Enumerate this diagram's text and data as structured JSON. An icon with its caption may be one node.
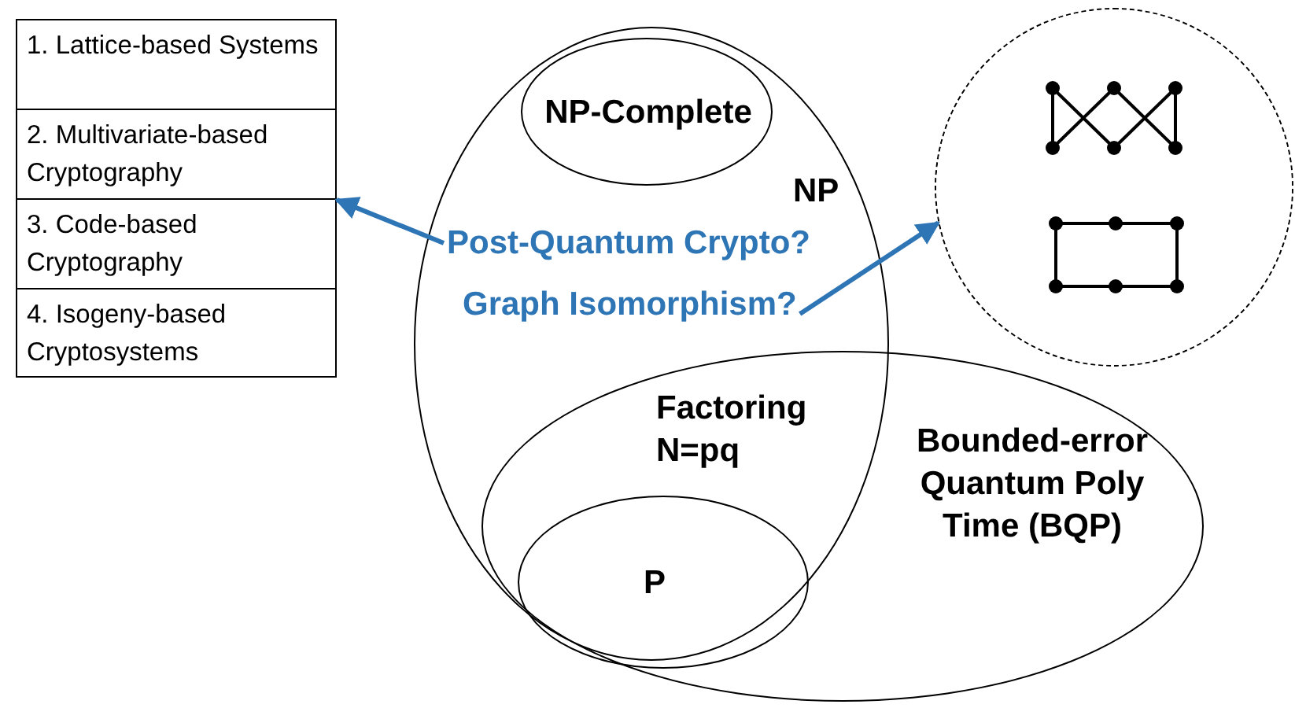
{
  "diagram": {
    "nodes": [
      {
        "text": [
          "1. Lattice-based Systems",
          "2. Multivariate-based Cryptography",
          "3. Code-based Cryptography",
          "4. Isogeny-based Cryptosystems"
        ]
      },
      {
        "text": [
          "NP"
        ]
      },
      {
        "text": [
          "NP-Complete"
        ],
        "in": 1
      },
      {
        "text": [
          "Post-Quantum Crypto?"
        ],
        "in": 1
      },
      {
        "text": [
          "Graph Isomorphism?"
        ],
        "in": 1
      },
      {
        "text": [
          "Bounded-error Quantum Poly Time (BQP)"
        ]
      },
      {
        "text": [
          "P"
        ]
      },
      {
        "text": [],
        "shape": "circle"
      }
    ],
    "edges": [
      {
        "from": 3,
        "to": 0,
        "arrow": "to",
        "color": "#2e75b6"
      },
      {
        "from": 4,
        "to": 7,
        "arrow": "to",
        "color": "#2e75b6"
      }
    ],
    "labels": [
      "Factoring N=pq"
    ]
  }
}
